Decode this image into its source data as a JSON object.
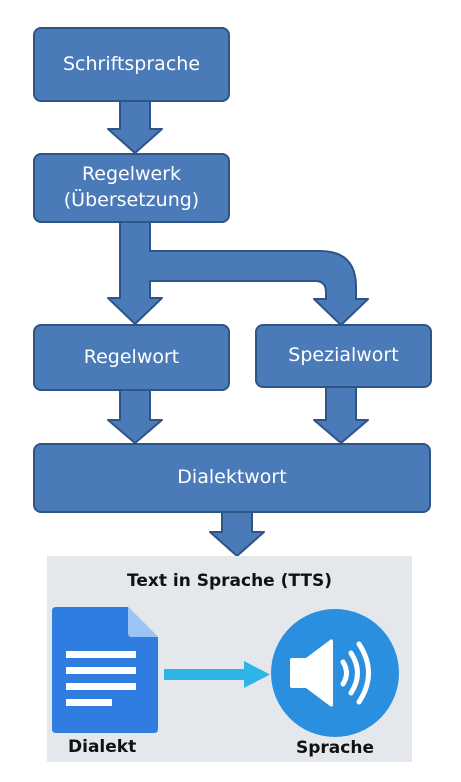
{
  "nodes": {
    "schriftsprache": "Schriftsprache",
    "regelwerk_line1": "Regelwerk",
    "regelwerk_line2": "(Übersetzung)",
    "regelwort": "Regelwort",
    "spezialwort": "Spezialwort",
    "dialektwort": "Dialektwort"
  },
  "tts": {
    "title": "Text in Sprache (TTS)",
    "source_label": "Dialekt",
    "target_label": "Sprache",
    "source_icon": "document-icon",
    "target_icon": "speaker-icon"
  },
  "colors": {
    "node_fill": "#4a7ab8",
    "node_border": "#2f5486",
    "panel_bg": "#e4e7eb",
    "doc_blue": "#2f7de1",
    "speaker_blue": "#2b8fe0",
    "flow_arrow": "#2cb5e6"
  }
}
